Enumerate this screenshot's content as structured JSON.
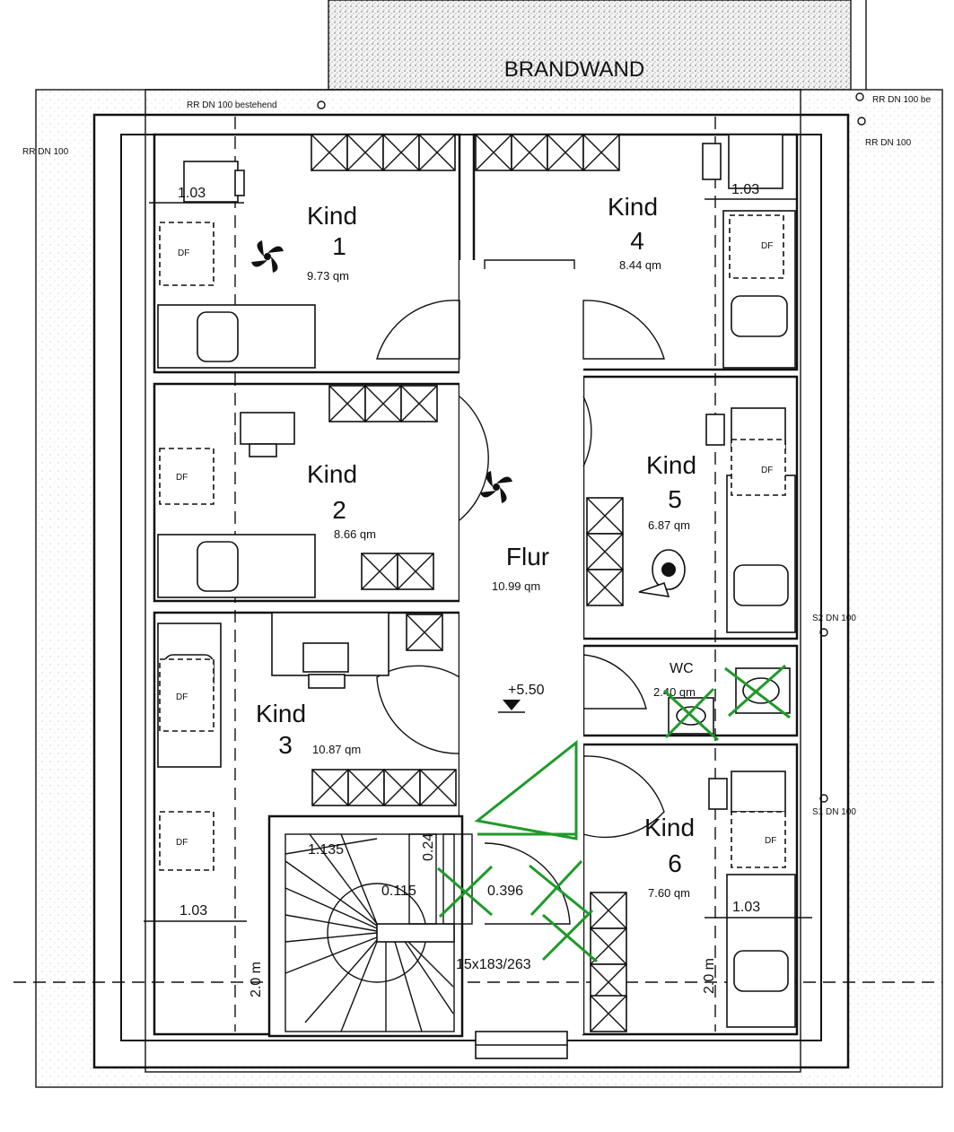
{
  "plan": {
    "firewall_label": "BRANDWAND",
    "rooms": [
      {
        "id": "kind1",
        "name": "Kind",
        "number": "1",
        "area": "9.73 qm"
      },
      {
        "id": "kind2",
        "name": "Kind",
        "number": "2",
        "area": "8.66 qm"
      },
      {
        "id": "kind3",
        "name": "Kind",
        "number": "3",
        "area": "10.87 qm"
      },
      {
        "id": "kind4",
        "name": "Kind",
        "number": "4",
        "area": "8.44 qm"
      },
      {
        "id": "kind5",
        "name": "Kind",
        "number": "5",
        "area": "6.87 qm"
      },
      {
        "id": "kind6",
        "name": "Kind",
        "number": "6",
        "area": "7.60 qm"
      },
      {
        "id": "flur",
        "name": "Flur",
        "area": "10.99 qm"
      },
      {
        "id": "wc",
        "name": "WC",
        "area": "2.40 qm"
      }
    ],
    "level_mark": "+5.50",
    "dimensions": {
      "d103": "1.03",
      "d1135": "1.135",
      "d0115": "0.115",
      "d024": "0.24",
      "d0396": "0.396",
      "d20m": "2.0 m",
      "stairs": "15x183/263"
    },
    "roof_window_label": "DF",
    "pipe_labels": {
      "rr_top": "RR DN 100 bestehend",
      "rr_left": "RR DN 100",
      "rr_right_top": "RR DN 100 be",
      "rr_right2": "RR DN 100",
      "s2": "S2 DN 100",
      "s1": "S1 DN 100"
    },
    "colors": {
      "markup": "#1f9a2a",
      "linework": "#111111"
    }
  }
}
